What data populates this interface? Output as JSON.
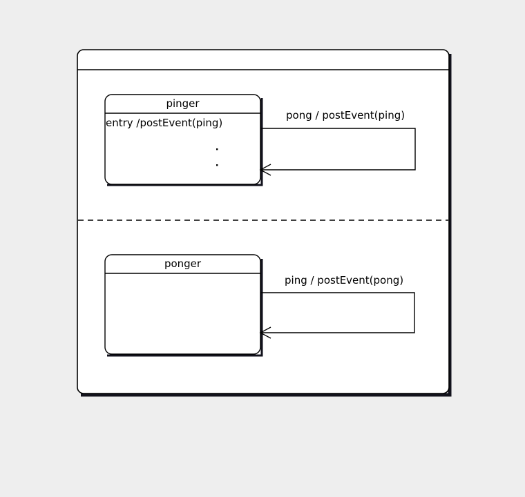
{
  "diagram": {
    "type": "uml-state-machine",
    "background_color": "#eeeeee",
    "line_color": "#000000",
    "fill_color": "#ffffff",
    "shadow_color": "#12121c",
    "composite_state": {
      "name": "",
      "has_name_compartment": true,
      "regions_separator": "dashed"
    },
    "regions": [
      {
        "id": "region-top",
        "state": {
          "name": "pinger",
          "body_lines": [
            "entry /postEvent(ping)"
          ],
          "marks": [
            "dot",
            "dot"
          ]
        },
        "transition": {
          "label": "pong / postEvent(ping)",
          "kind": "self-transition",
          "arrowhead": "open"
        }
      },
      {
        "id": "region-bottom",
        "state": {
          "name": "ponger",
          "body_lines": [],
          "marks": []
        },
        "transition": {
          "label": "ping / postEvent(pong)",
          "kind": "self-transition",
          "arrowhead": "open"
        }
      }
    ]
  }
}
